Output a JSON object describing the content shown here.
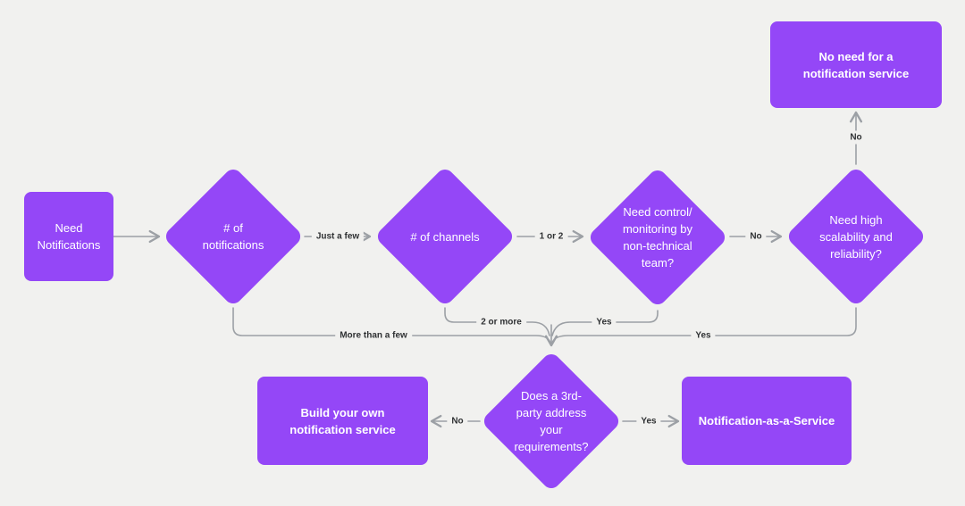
{
  "canvas": {
    "title": "Notification service decision flowchart",
    "colors": {
      "bg": "#F1F1EF",
      "accent": "#9447F7",
      "line": "#9CA0A5",
      "label": "#2F3133",
      "node_text": "#FFFFFF"
    }
  },
  "nodes": {
    "need_notifications": {
      "type": "rectangle",
      "label": "Need\nNotifications"
    },
    "num_notifications": {
      "type": "diamond",
      "label": "# of\nnotifications"
    },
    "num_channels": {
      "type": "diamond",
      "label": "# of channels"
    },
    "need_control": {
      "type": "diamond",
      "label": "Need control/\nmonitoring by\nnon-technical\nteam?"
    },
    "need_scalability": {
      "type": "diamond",
      "label": "Need high\nscalability and\nreliability?"
    },
    "third_party": {
      "type": "diamond",
      "label": "Does a 3rd-\nparty address\nyour\nrequirements?"
    },
    "no_need": {
      "type": "rectangle",
      "label": "No need for a\nnotification service"
    },
    "build_own": {
      "type": "rectangle",
      "label": "Build your own\nnotification service"
    },
    "naas": {
      "type": "rectangle",
      "label": "Notification-as-a-Service"
    }
  },
  "edge_labels": {
    "just_a_few": "Just a few",
    "one_or_two": "1 or 2",
    "no_control": "No",
    "no_scalability": "No",
    "more_than_a_few": "More than a few",
    "two_or_more": "2 or more",
    "yes_control": "Yes",
    "yes_scalability": "Yes",
    "no_third_party": "No",
    "yes_third_party": "Yes"
  }
}
